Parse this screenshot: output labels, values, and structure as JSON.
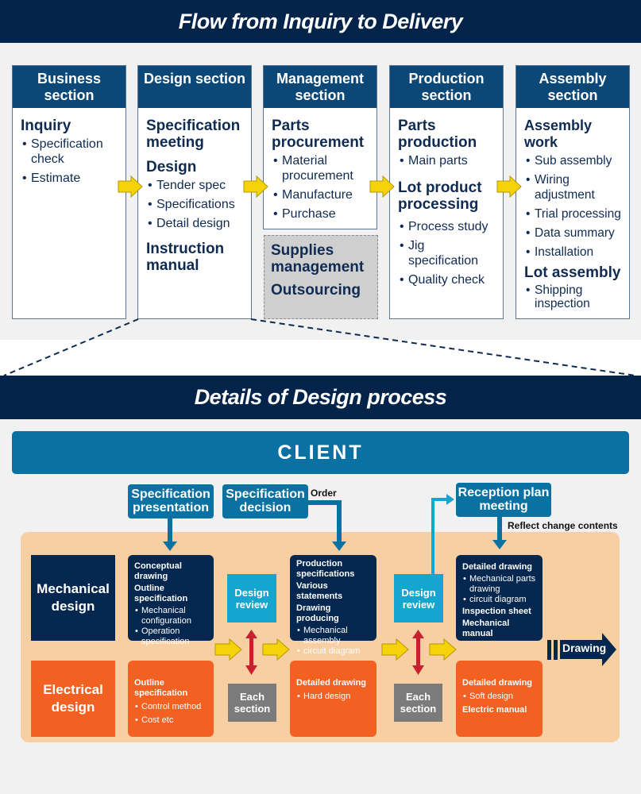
{
  "top": {
    "title": "Flow from Inquiry to Delivery",
    "sections": [
      {
        "header": "Business section",
        "groups": [
          {
            "heading": "Inquiry",
            "items": [
              "Specification check",
              "Estimate"
            ]
          }
        ]
      },
      {
        "header": "Design section",
        "groups": [
          {
            "heading": "Specification meeting",
            "items": []
          },
          {
            "heading": "Design",
            "items": [
              "Tender spec",
              "Specifications",
              "Detail design"
            ]
          },
          {
            "heading": "Instruction manual",
            "items": []
          }
        ]
      },
      {
        "header": "Management section",
        "groups": [
          {
            "heading": "Parts procurement",
            "items": [
              "Material procurement",
              "Manufacture",
              "Purchase"
            ]
          }
        ]
      },
      {
        "header": "Production section",
        "groups": [
          {
            "heading": "Parts production",
            "items": [
              "Main parts"
            ]
          },
          {
            "heading": "Lot product processing",
            "items": [
              "Process study",
              "Jig specification",
              "Quality check"
            ]
          }
        ]
      },
      {
        "header": "Assembly section",
        "groups": [
          {
            "heading": "Assembly work",
            "items": [
              "Sub assembly",
              "Wiring adjustment",
              "Trial processing",
              "Data summary",
              "Installation"
            ]
          },
          {
            "heading": "Lot assembly",
            "items": [
              "Shipping inspection"
            ]
          }
        ]
      }
    ],
    "supplies": {
      "line1": "Supplies management",
      "line2": "Outsourcing"
    }
  },
  "detail": {
    "title": "Details of Design process",
    "client": "CLIENT",
    "client_steps": {
      "spec_presentation": "Specification presentation",
      "spec_decision": "Specification decision",
      "order_note": "Order",
      "reception_meeting": "Reception plan meeting",
      "reflect_note": "Reflect change contents"
    },
    "rows": {
      "mechanical": "Mechanical design",
      "electrical": "Electrical design"
    },
    "mech_cards": [
      {
        "titles": [
          "Conceptual drawing",
          "Outline specification"
        ],
        "items": [
          "Mechanical configuration",
          "Operation specification"
        ],
        "tail": []
      },
      {
        "titles": [
          "Production specifications",
          "Various statements",
          "Drawing producing"
        ],
        "items": [
          "Mechanical assembly",
          "circuit diagram"
        ],
        "tail": []
      },
      {
        "titles": [
          "Detailed drawing"
        ],
        "items": [
          "Mechanical parts drawing",
          "circuit diagram"
        ],
        "tail": [
          "Inspection sheet",
          "Mechanical manual"
        ]
      }
    ],
    "elec_cards": [
      {
        "titles": [
          "Outline specification"
        ],
        "items": [
          "Control method",
          "Cost etc"
        ],
        "tail": []
      },
      {
        "titles": [
          "Detailed drawing"
        ],
        "items": [
          "Hard design"
        ],
        "tail": []
      },
      {
        "titles": [
          "Detailed drawing"
        ],
        "items": [
          "Soft design"
        ],
        "tail": [
          "Electric manual"
        ]
      }
    ],
    "design_review": "Design review",
    "each_section": "Each section",
    "output": "Drawing"
  },
  "colors": {
    "navy": "#03244a",
    "section_header": "#0b4877",
    "client_blue": "#0a72a2",
    "review_cyan": "#15a6cf",
    "orange": "#f26122",
    "peach": "#f8cfa2",
    "arrow_yellow": "#f5d20a",
    "arrow_red": "#c8202e"
  }
}
